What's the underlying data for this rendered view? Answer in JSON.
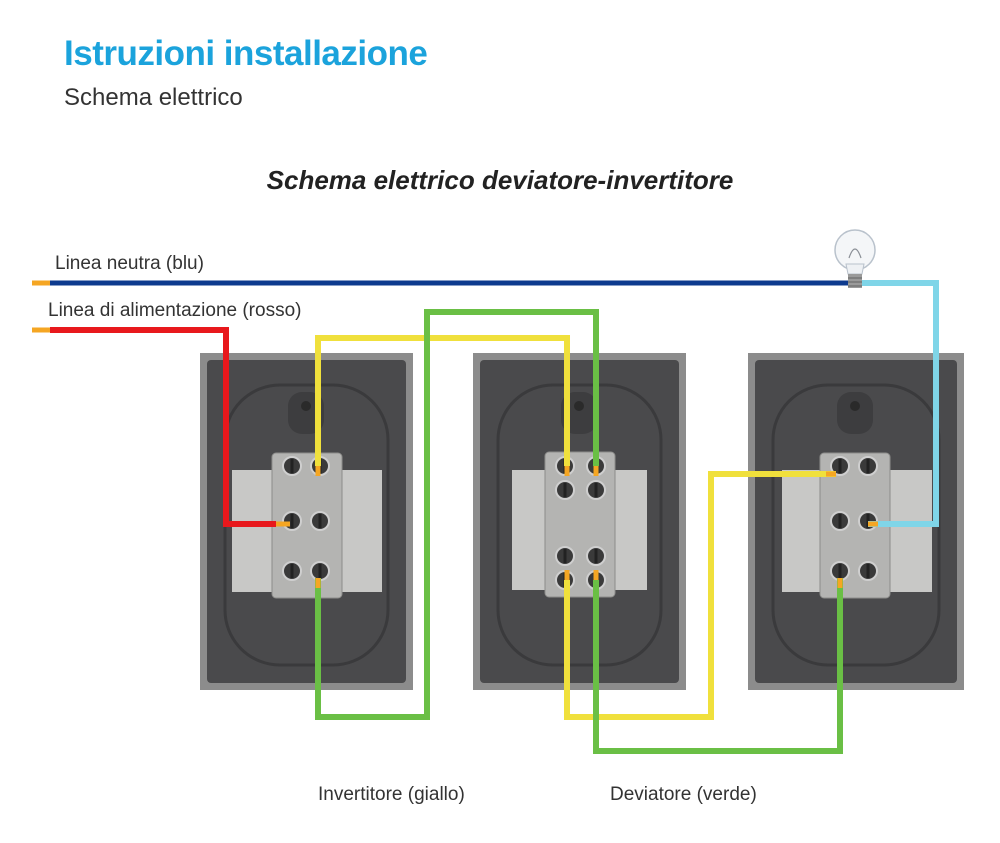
{
  "header": {
    "title": "Istruzioni installazione",
    "subtitle": "Schema elettrico"
  },
  "diagram": {
    "title": "Schema elettrico  deviatore-invertitore",
    "wires": {
      "neutral_label": "Linea neutra (blu)",
      "live_label": "Linea di alimentazione (rosso)"
    },
    "switches": {
      "inverter_label": "Invertitore (giallo)",
      "deviator_label": "Deviatore (verde)"
    },
    "colors": {
      "neutral": "#0d3a8e",
      "live": "#e8181c",
      "traveler_yellow": "#f0e03c",
      "traveler_green": "#6abf45",
      "lamp_return": "#7fd5e8"
    }
  }
}
